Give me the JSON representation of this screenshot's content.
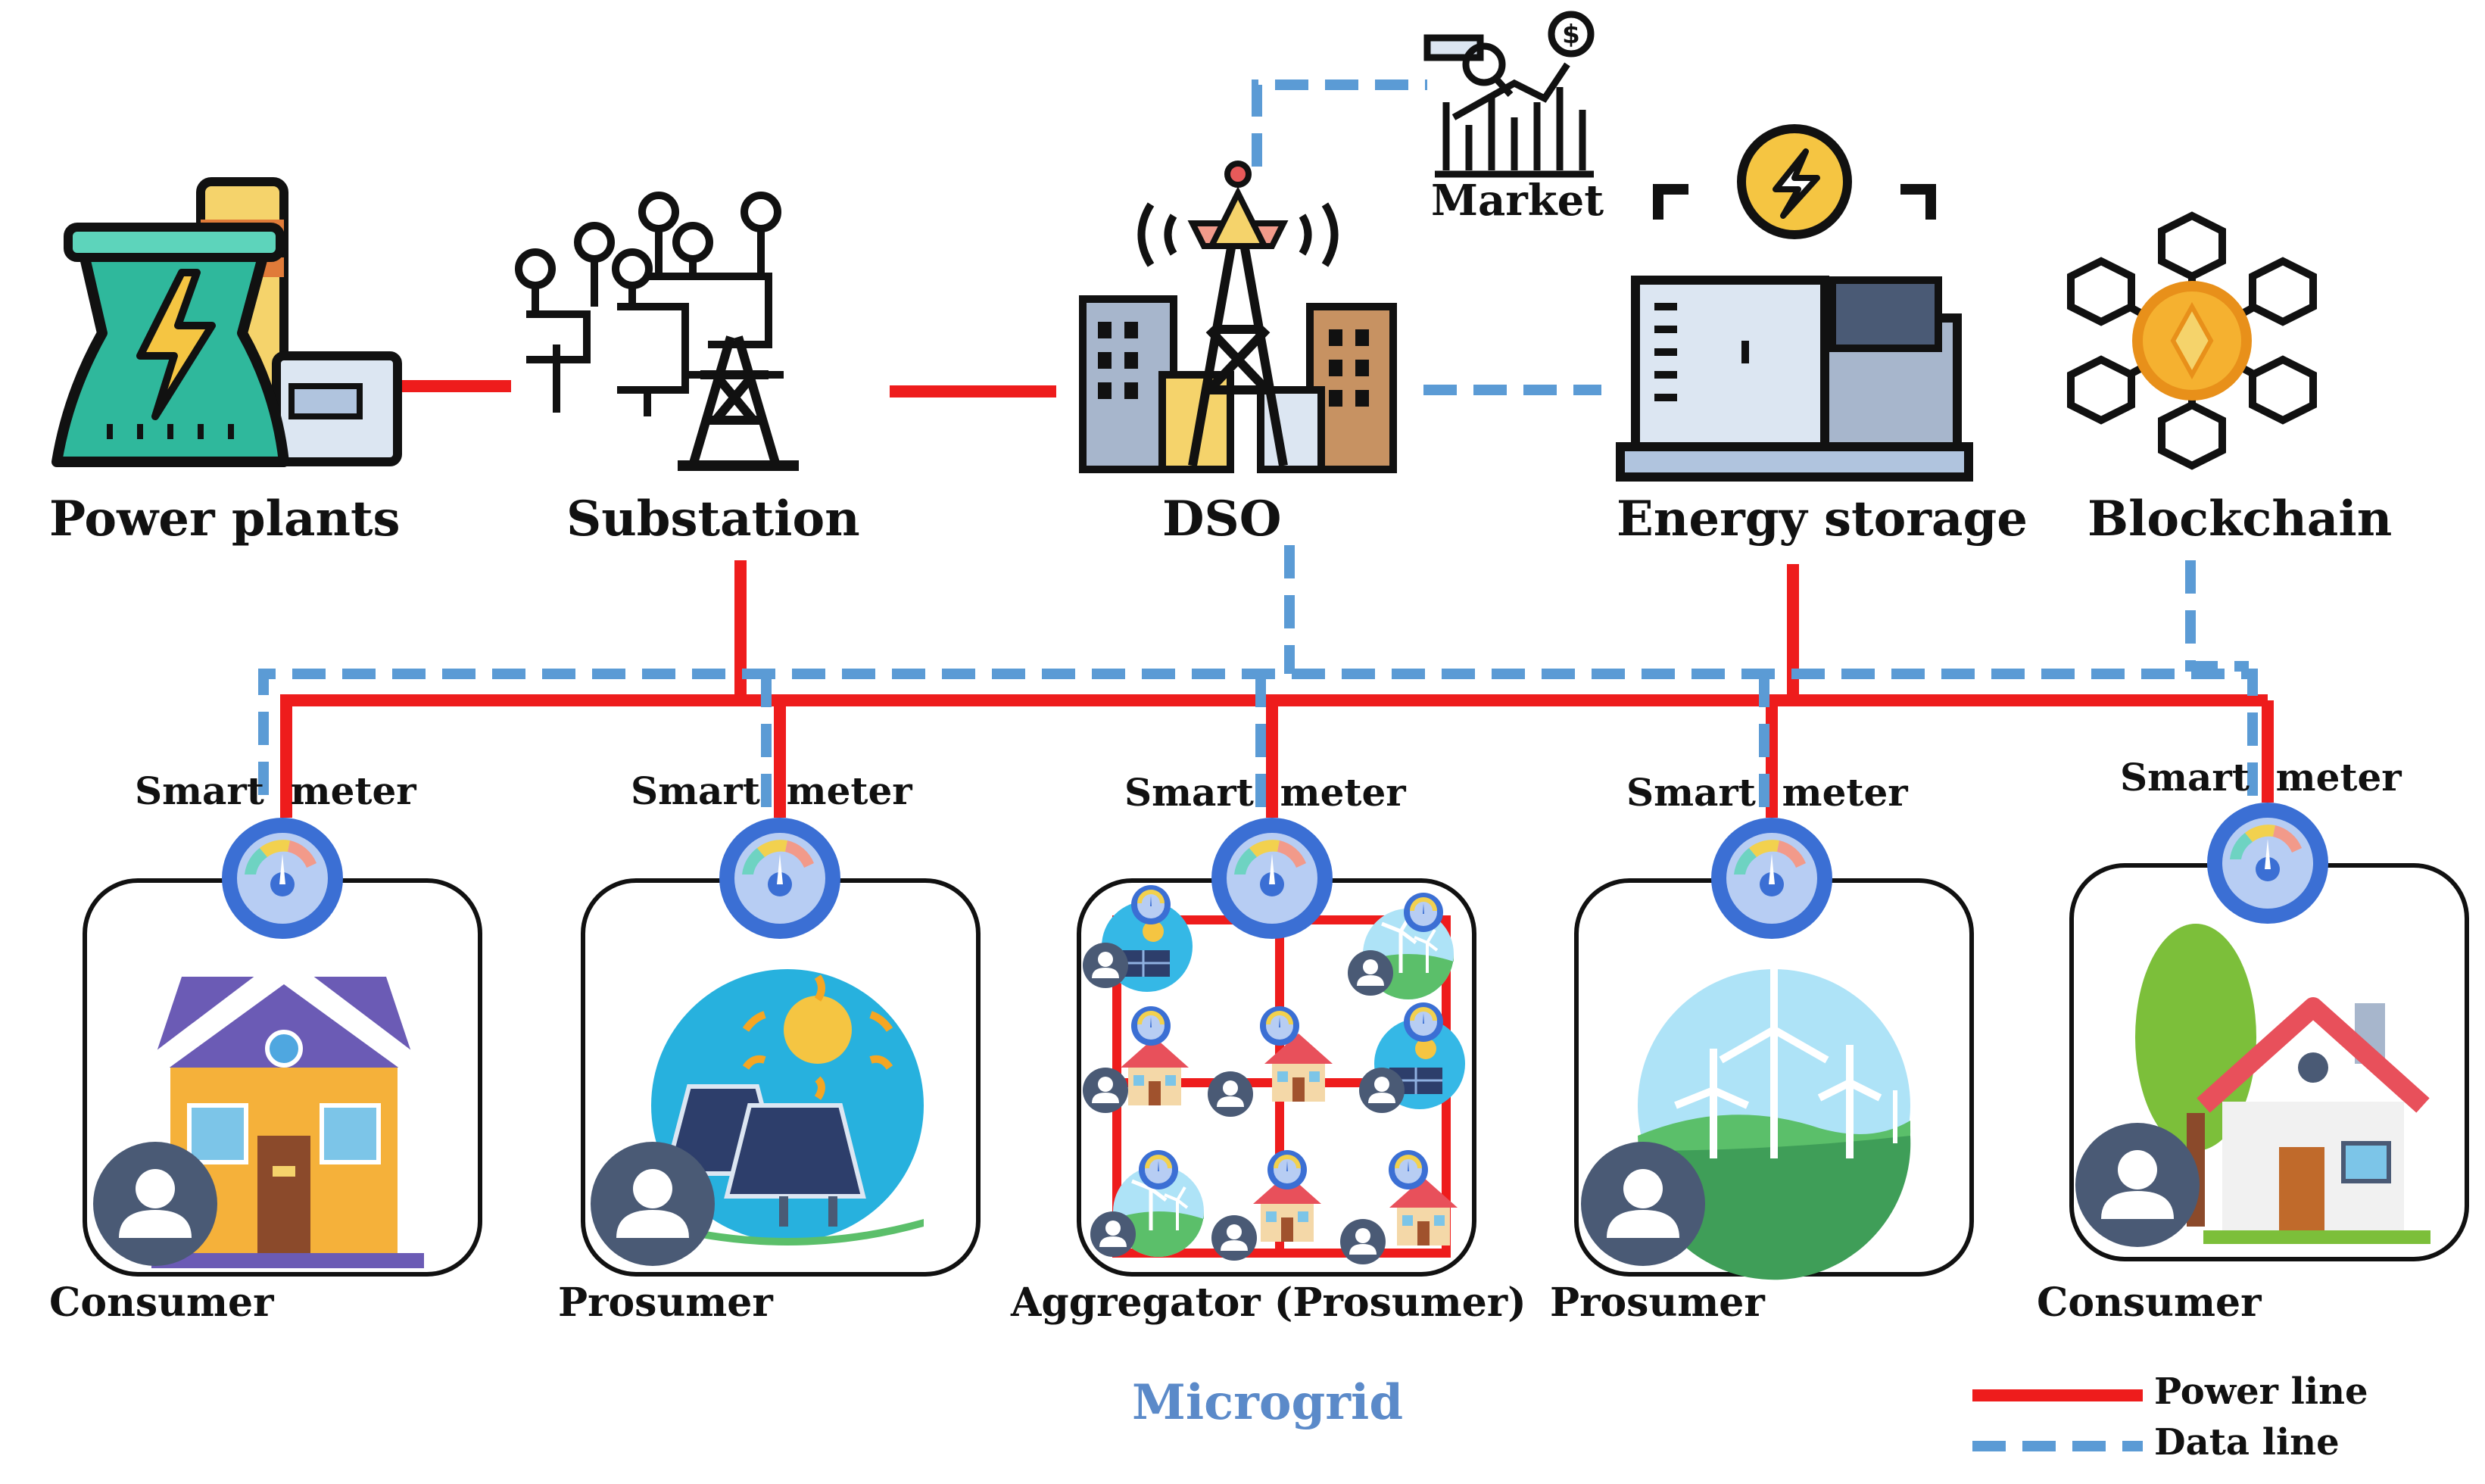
{
  "top_nodes": {
    "power_plants": "Power plants",
    "substation": "Substation",
    "dso": "DSO",
    "energy_storage": "Energy storage",
    "blockchain": "Blockchain",
    "market": "Market"
  },
  "smart_meter_label": "Smart  meter",
  "participants": [
    "Consumer",
    "Prosumer",
    "Aggregator (Prosumer)",
    "Prosumer",
    "Consumer"
  ],
  "microgrid_label": "Microgrid",
  "legend": {
    "power_line": "Power line",
    "data_line": "Data line"
  },
  "colors": {
    "power_line": "#ee1c1c",
    "data_line": "#5b9bd5",
    "microgrid_text": "#5b8ac9",
    "meter_blue": "#3b6fd4"
  },
  "icons": [
    "power-plant-icon",
    "substation-icon",
    "dso-icon",
    "market-icon",
    "energy-storage-icon",
    "blockchain-icon",
    "smart-meter-icon",
    "house-icon",
    "solar-panel-icon",
    "wind-turbine-icon",
    "user-avatar-icon"
  ]
}
